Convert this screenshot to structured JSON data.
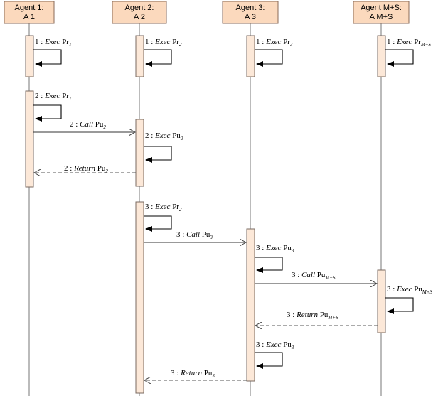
{
  "agents": [
    {
      "line1": "Agent 1:",
      "line2": "A 1"
    },
    {
      "line1": "Agent 2:",
      "line2": "A 2"
    },
    {
      "line1": "Agent 3:",
      "line2": "A 3"
    },
    {
      "line1": "Agent M+S:",
      "line2": "A M+S"
    }
  ],
  "messages": [
    {
      "id": "m1",
      "kind": "self",
      "label": "1 : Exec Pr1"
    },
    {
      "id": "m2",
      "kind": "self",
      "label": "1 : Exec Pr2"
    },
    {
      "id": "m3",
      "kind": "self",
      "label": "1 : Exec Pr3"
    },
    {
      "id": "m4",
      "kind": "self",
      "label": "1 : Exec PrM+S"
    },
    {
      "id": "m5",
      "kind": "self",
      "label": "2 : Exec Pr1"
    },
    {
      "id": "m6",
      "kind": "call",
      "label": "2 : Call Pu2"
    },
    {
      "id": "m7",
      "kind": "self",
      "label": "2 : Exec Pu2"
    },
    {
      "id": "m8",
      "kind": "return",
      "label": "2 : Return Pu2"
    },
    {
      "id": "m9",
      "kind": "self",
      "label": "3 : Exec Pr2"
    },
    {
      "id": "m10",
      "kind": "call",
      "label": "3 : Call Pu3"
    },
    {
      "id": "m11",
      "kind": "self",
      "label": "3 : Exec Pu3"
    },
    {
      "id": "m12",
      "kind": "call",
      "label": "3 : Call PuM+S"
    },
    {
      "id": "m13",
      "kind": "self",
      "label": "3 : Exec PuM+S"
    },
    {
      "id": "m14",
      "kind": "return",
      "label": "3 : Return PuM+S"
    },
    {
      "id": "m15",
      "kind": "self",
      "label": "3 : Exec Pu3"
    },
    {
      "id": "m16",
      "kind": "return",
      "label": "3 : Return Pu3"
    }
  ]
}
